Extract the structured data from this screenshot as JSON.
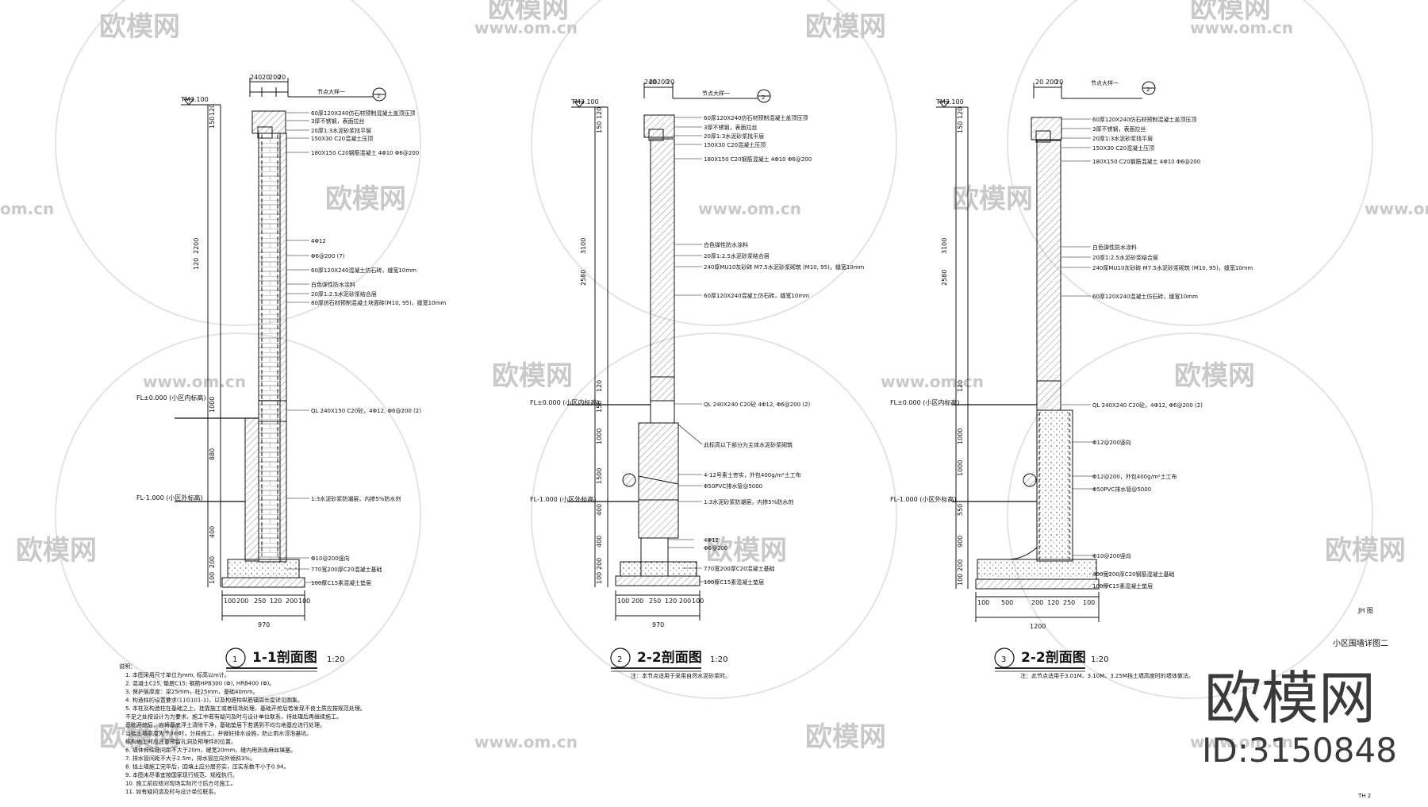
{
  "sections": [
    {
      "id": "s1",
      "marker": "1",
      "title": "1-1剖面图",
      "scale": "1:20",
      "detail_callout": "节点大样一",
      "detail_no": "2",
      "top_dims": [
        "240",
        "20",
        "200",
        "20"
      ],
      "levels": [
        "TM3.100",
        "FL±0.000 (小区内标高)",
        "FL-1.000 (小区外标高)"
      ],
      "annotations": [
        "60厚120X240仿石材预制混凝土盖顶压顶",
        "3厚不锈钢，表面拉丝",
        "20厚1:3水泥砂浆找平层",
        "150X30 C20混凝土压顶",
        "180X150 C20钢筋混凝土 4Φ10 Φ6@200",
        "4Φ12",
        "Φ6@200 (7)",
        "60厚120X240混凝土仿石砖，缝宽10mm",
        "白色弹性防水涂料",
        "20厚1:2.5水泥砂浆结合层",
        "80厚仿石材预制混凝土块面砖(M10, 95)，缝宽10mm",
        "QL 240X150 C20砼，4Φ12, Φ6@200 (2)",
        "1:3水泥砂浆防潮层，内掺5%防水剂",
        "Φ10@200竖向",
        "770宽200厚C20混凝土基础",
        "100厚C15素混凝土垫层"
      ],
      "side_dims": [
        "120",
        "150",
        "2200",
        "120",
        "1000",
        "880",
        "400",
        "200",
        "100"
      ],
      "bottom_dims": [
        "100",
        "200",
        "250",
        "120",
        "200",
        "100"
      ],
      "total_width": "970"
    },
    {
      "id": "s2",
      "marker": "2",
      "title": "2-2剖面图",
      "scale": "1:20",
      "detail_callout": "节点大样一",
      "detail_no": "2",
      "top_dims": [
        "240",
        "20",
        "200",
        "20"
      ],
      "levels": [
        "TM3.100",
        "FL±0.000 (小区内标高)",
        "FL-1.000 (小区外标高)"
      ],
      "annotations": [
        "60厚120X240仿石材预制混凝土盖顶压顶",
        "3厚不锈钢，表面拉丝",
        "20厚1:3水泥砂浆找平层",
        "150X30 C20混凝土压顶",
        "180X150 C20钢筋混凝土 4Φ10 Φ6@200",
        "白色弹性防水涂料",
        "20厚1:2.5水泥砂浆结合层",
        "240厚MU10灰砂砖 M7.5水泥砂浆砌筑 (M10, 95)，缝宽10mm",
        "60厚120X240混凝土仿石砖，缝宽10mm",
        "QL 240X240 C20砼 4Φ12, Φ6@200 (2)",
        "此标高以下部分为主体水泥砂浆砌筑",
        "4-12号素土夯实，外包400g/m²土工布",
        "Φ50PVC排水管@5000",
        "1:3水泥砂浆防潮层，内掺5%防水剂",
        "4Φ12",
        "Φ6@200",
        "770宽200厚C20混凝土基础",
        "100厚C15素混凝土垫层"
      ],
      "side_dims": [
        "120",
        "150",
        "3100",
        "2580",
        "120",
        "150",
        "1000",
        "1500",
        "400",
        "400",
        "200",
        "100"
      ],
      "bottom_dims": [
        "100",
        "200",
        "250",
        "120",
        "200",
        "100"
      ],
      "total_width": "970",
      "bottom_note": "注：本节点适用于采用自然水泥砂浆时。"
    },
    {
      "id": "s3",
      "marker": "3",
      "title": "2-2剖面图",
      "scale": "1:20",
      "detail_callout": "节点大样一",
      "detail_no": "2",
      "top_dims": [
        "20",
        "200",
        "20"
      ],
      "levels": [
        "TM3.100",
        "FL±0.000 (小区内标高)",
        "FL-1.000 (小区外标高)"
      ],
      "annotations": [
        "60厚120X240仿石材预制混凝土盖顶压顶",
        "3厚不锈钢，表面拉丝",
        "20厚1:3水泥砂浆找平层",
        "150X30 C20混凝土压顶",
        "180X150 C20钢筋混凝土 4Φ10 Φ6@200",
        "白色弹性防水涂料",
        "20厚1:2.5水泥砂浆结合层",
        "240厚MU10灰砂砖 M7.5水泥砂浆砌筑 (M10, 95)，缝宽10mm",
        "60厚120X240混凝土仿石砖，缝宽10mm",
        "QL 240X240 C20砼，4Φ12, Φ6@200 (2)",
        "Φ12@200竖向",
        "Φ12@200，外包400g/m²土工布",
        "Φ50PVC排水管@5000",
        "Φ10@200竖向",
        "400宽200厚C20钢筋混凝土基础",
        "100厚C15素混凝土垫层"
      ],
      "side_dims": [
        "120",
        "150",
        "3100",
        "2580",
        "120",
        "1000",
        "1000",
        "550",
        "900",
        "200",
        "100"
      ],
      "bottom_dims": [
        "100",
        "500",
        "200",
        "120",
        "250",
        "100"
      ],
      "total_width": "1200",
      "bottom_note": "注：此节点适用于3.01M、3.10M、3.25M挡土墙高度时的墙体做法。"
    }
  ],
  "notes": {
    "heading": "说明：",
    "items": [
      "1. 本图采用尺寸单位为mm, 标高以m计。",
      "2. 混凝土C25, 垫层C15; 钢筋HPB300 (Φ), HRB400 (Φ)。",
      "3. 保护层厚度：梁25mm，柱25mm，基础40mm。",
      "4. 构造柱的设置要求(11G101-1)，以及构造柱纵筋锚固长度详见图集。",
      "5. 本柱及构造柱在基础之上，挂靠施工或者现场处理，基础开挖后若发现不良土质应按规范处理。",
      "   不足之处按设计为为要求，施工中若有疑问及时与设计单位联系，待处理后再继续施工。",
      "   基础开挖后，应将基底浮土清除干净，基础垫层下若遇到不均匀地基应进行处理。",
      "   当挡土墙高度大于3m时，分段施工，并做好排水设施，防止雨水浸泡基坑。",
      "   结构施工时应注意预留孔洞及预埋件的位置。",
      "6. 墙体伸缩缝间距不大于20m，缝宽20mm，缝内用沥青麻丝填塞。",
      "7. 排水管间距不大于2.5m，排水管应向外倾斜3%。",
      "8. 挡土墙施工完毕后，回填土应分层夯实，压实系数不小于0.94。",
      "9. 本图未尽事宜按国家现行规范、规程执行。",
      "10. 施工前应核对现场实际尺寸后方可施工。",
      "11. 如有疑问请及时与设计单位联系。"
    ]
  },
  "drawing_title": "小区围墙详图二",
  "sheet_mark_top": "JH 图",
  "sheet_no": "TH 2",
  "watermarks": {
    "brand_cn": "欧模网",
    "url": "www.om.cn",
    "url_short": "om.cn"
  },
  "brand": {
    "name": "欧模网",
    "id": "ID:3150848"
  },
  "colors": {
    "line": "#111111",
    "hatch": "#555555",
    "watermark": "#c9c9c9",
    "brand": "#3a3a3a"
  }
}
